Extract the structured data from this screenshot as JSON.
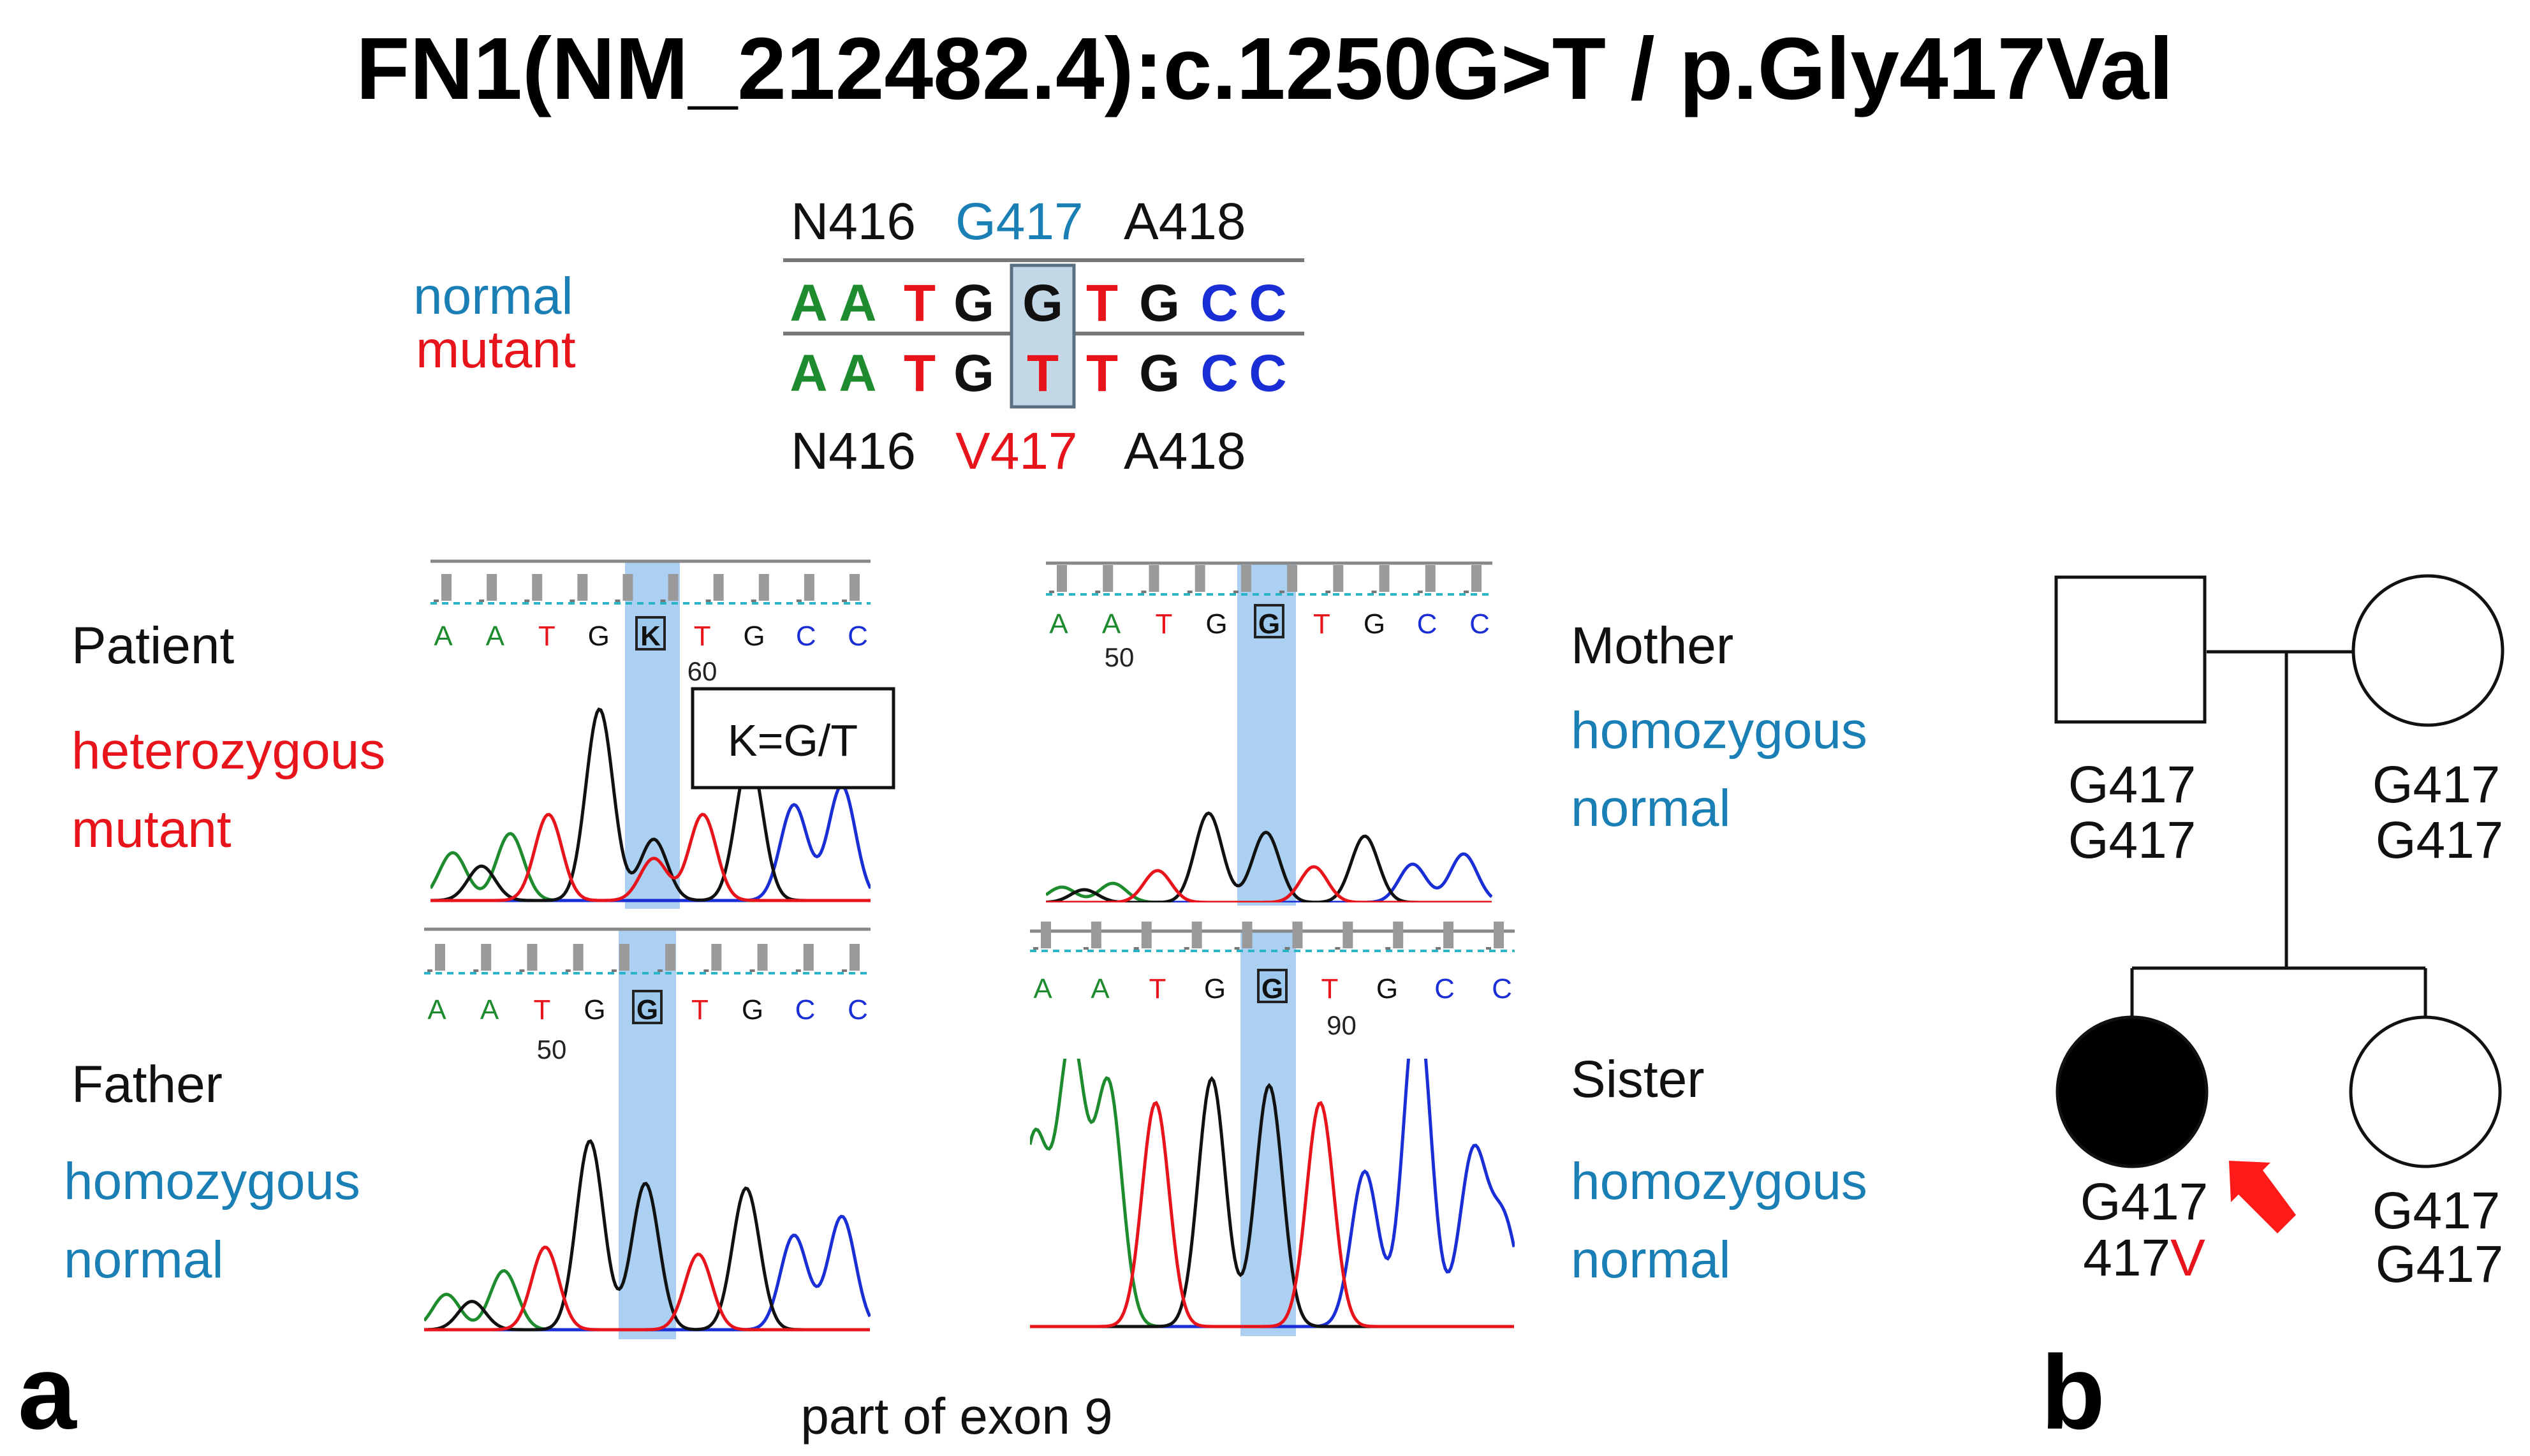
{
  "title": "FN1(NM_212482.4):c.1250G>T / p.Gly417Val",
  "colors": {
    "normal": "#1a7fb5",
    "mutant": "#e8141b",
    "highlight": "#9cc8ee",
    "trace_A": "#1e8c2e",
    "trace_C": "#1a2ed6",
    "trace_G": "#111111",
    "trace_T": "#e8141b",
    "gray_bar": "#9a9a9a",
    "dashed_line": "#2ab5c7",
    "arrow": "#ff1a1a"
  },
  "alignment": {
    "legend_normal": "normal",
    "legend_mutant": "mutant",
    "top_labels": [
      "N416",
      "G417",
      "A418"
    ],
    "bottom_labels": [
      "N416",
      "V417",
      "A418"
    ],
    "normal_sequence": [
      "A",
      "A",
      "T",
      "G",
      "G",
      "T",
      "G",
      "C",
      "C"
    ],
    "mutant_sequence": [
      "A",
      "A",
      "T",
      "G",
      "T",
      "T",
      "G",
      "C",
      "C"
    ]
  },
  "panels": {
    "patient": {
      "name": "Patient",
      "status1": "heterozygous",
      "status2": "mutant",
      "bases": [
        "A",
        "A",
        "T",
        "G",
        "K",
        "T",
        "G",
        "C",
        "C"
      ],
      "position": "60",
      "callout": "K=G/T"
    },
    "father": {
      "name": "Father",
      "status1": "homozygous",
      "status2": "normal",
      "bases": [
        "A",
        "A",
        "T",
        "G",
        "G",
        "T",
        "G",
        "C",
        "C"
      ],
      "position": "50"
    },
    "mother": {
      "name": "Mother",
      "status1": "homozygous",
      "status2": "normal",
      "bases": [
        "A",
        "A",
        "T",
        "G",
        "G",
        "T",
        "G",
        "C",
        "C"
      ],
      "position": "50"
    },
    "sister": {
      "name": "Sister",
      "status1": "homozygous",
      "status2": "normal",
      "bases": [
        "A",
        "A",
        "T",
        "G",
        "G",
        "T",
        "G",
        "C",
        "C"
      ],
      "position": "90"
    }
  },
  "exon_label": "part of exon 9",
  "panel_a_label": "a",
  "panel_b_label": "b",
  "pedigree": {
    "father_genotype": [
      "G417",
      "G417"
    ],
    "mother_genotype": [
      "G417",
      "G417"
    ],
    "patient_genotype": [
      "G417",
      "417",
      "V"
    ],
    "sister_genotype": [
      "G417",
      "G417"
    ]
  }
}
